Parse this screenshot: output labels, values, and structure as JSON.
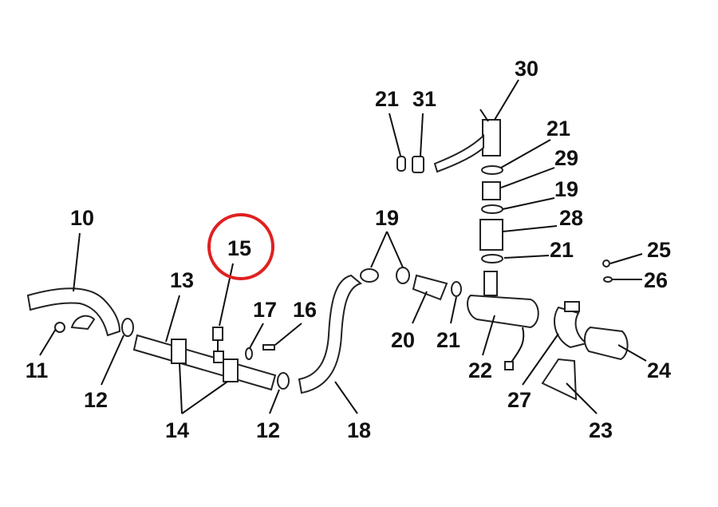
{
  "diagram": {
    "type": "exploded-parts-diagram",
    "highlight_color": "#e02020",
    "highlighted_part": "15",
    "labels": [
      "30",
      "21",
      "31",
      "21",
      "29",
      "19",
      "28",
      "21",
      "19",
      "10",
      "15",
      "13",
      "25",
      "26",
      "17",
      "16",
      "11",
      "20",
      "21",
      "22",
      "24",
      "12",
      "27",
      "14",
      "12",
      "18",
      "23"
    ]
  }
}
